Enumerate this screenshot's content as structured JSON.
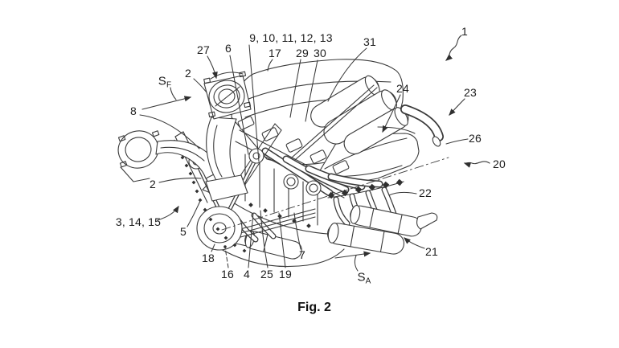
{
  "caption": "Fig. 2",
  "labels": {
    "l1": "1",
    "l2_throttle": "2",
    "l2_front_cover": "2",
    "l3_14_15": "3, 14, 15",
    "l4": "4",
    "l5": "5",
    "l6": "6",
    "l7": "7",
    "l8": "8",
    "l9_13": "9, 10, 11, 12, 13",
    "l16": "16",
    "l17": "17",
    "l18": "18",
    "l19": "19",
    "l20": "20",
    "l21": "21",
    "l22": "22",
    "l23": "23",
    "l24": "24",
    "l25": "25",
    "l26": "26",
    "l27": "27",
    "l29": "29",
    "l30": "30",
    "l31": "31"
  },
  "direction_indicators": {
    "sf_base": "S",
    "sf_sub": "F",
    "sa_base": "S",
    "sa_sub": "A"
  },
  "colors": {
    "background": "#ffffff",
    "line_art": "#3a3a3a",
    "label_text": "#1c1c1c"
  }
}
